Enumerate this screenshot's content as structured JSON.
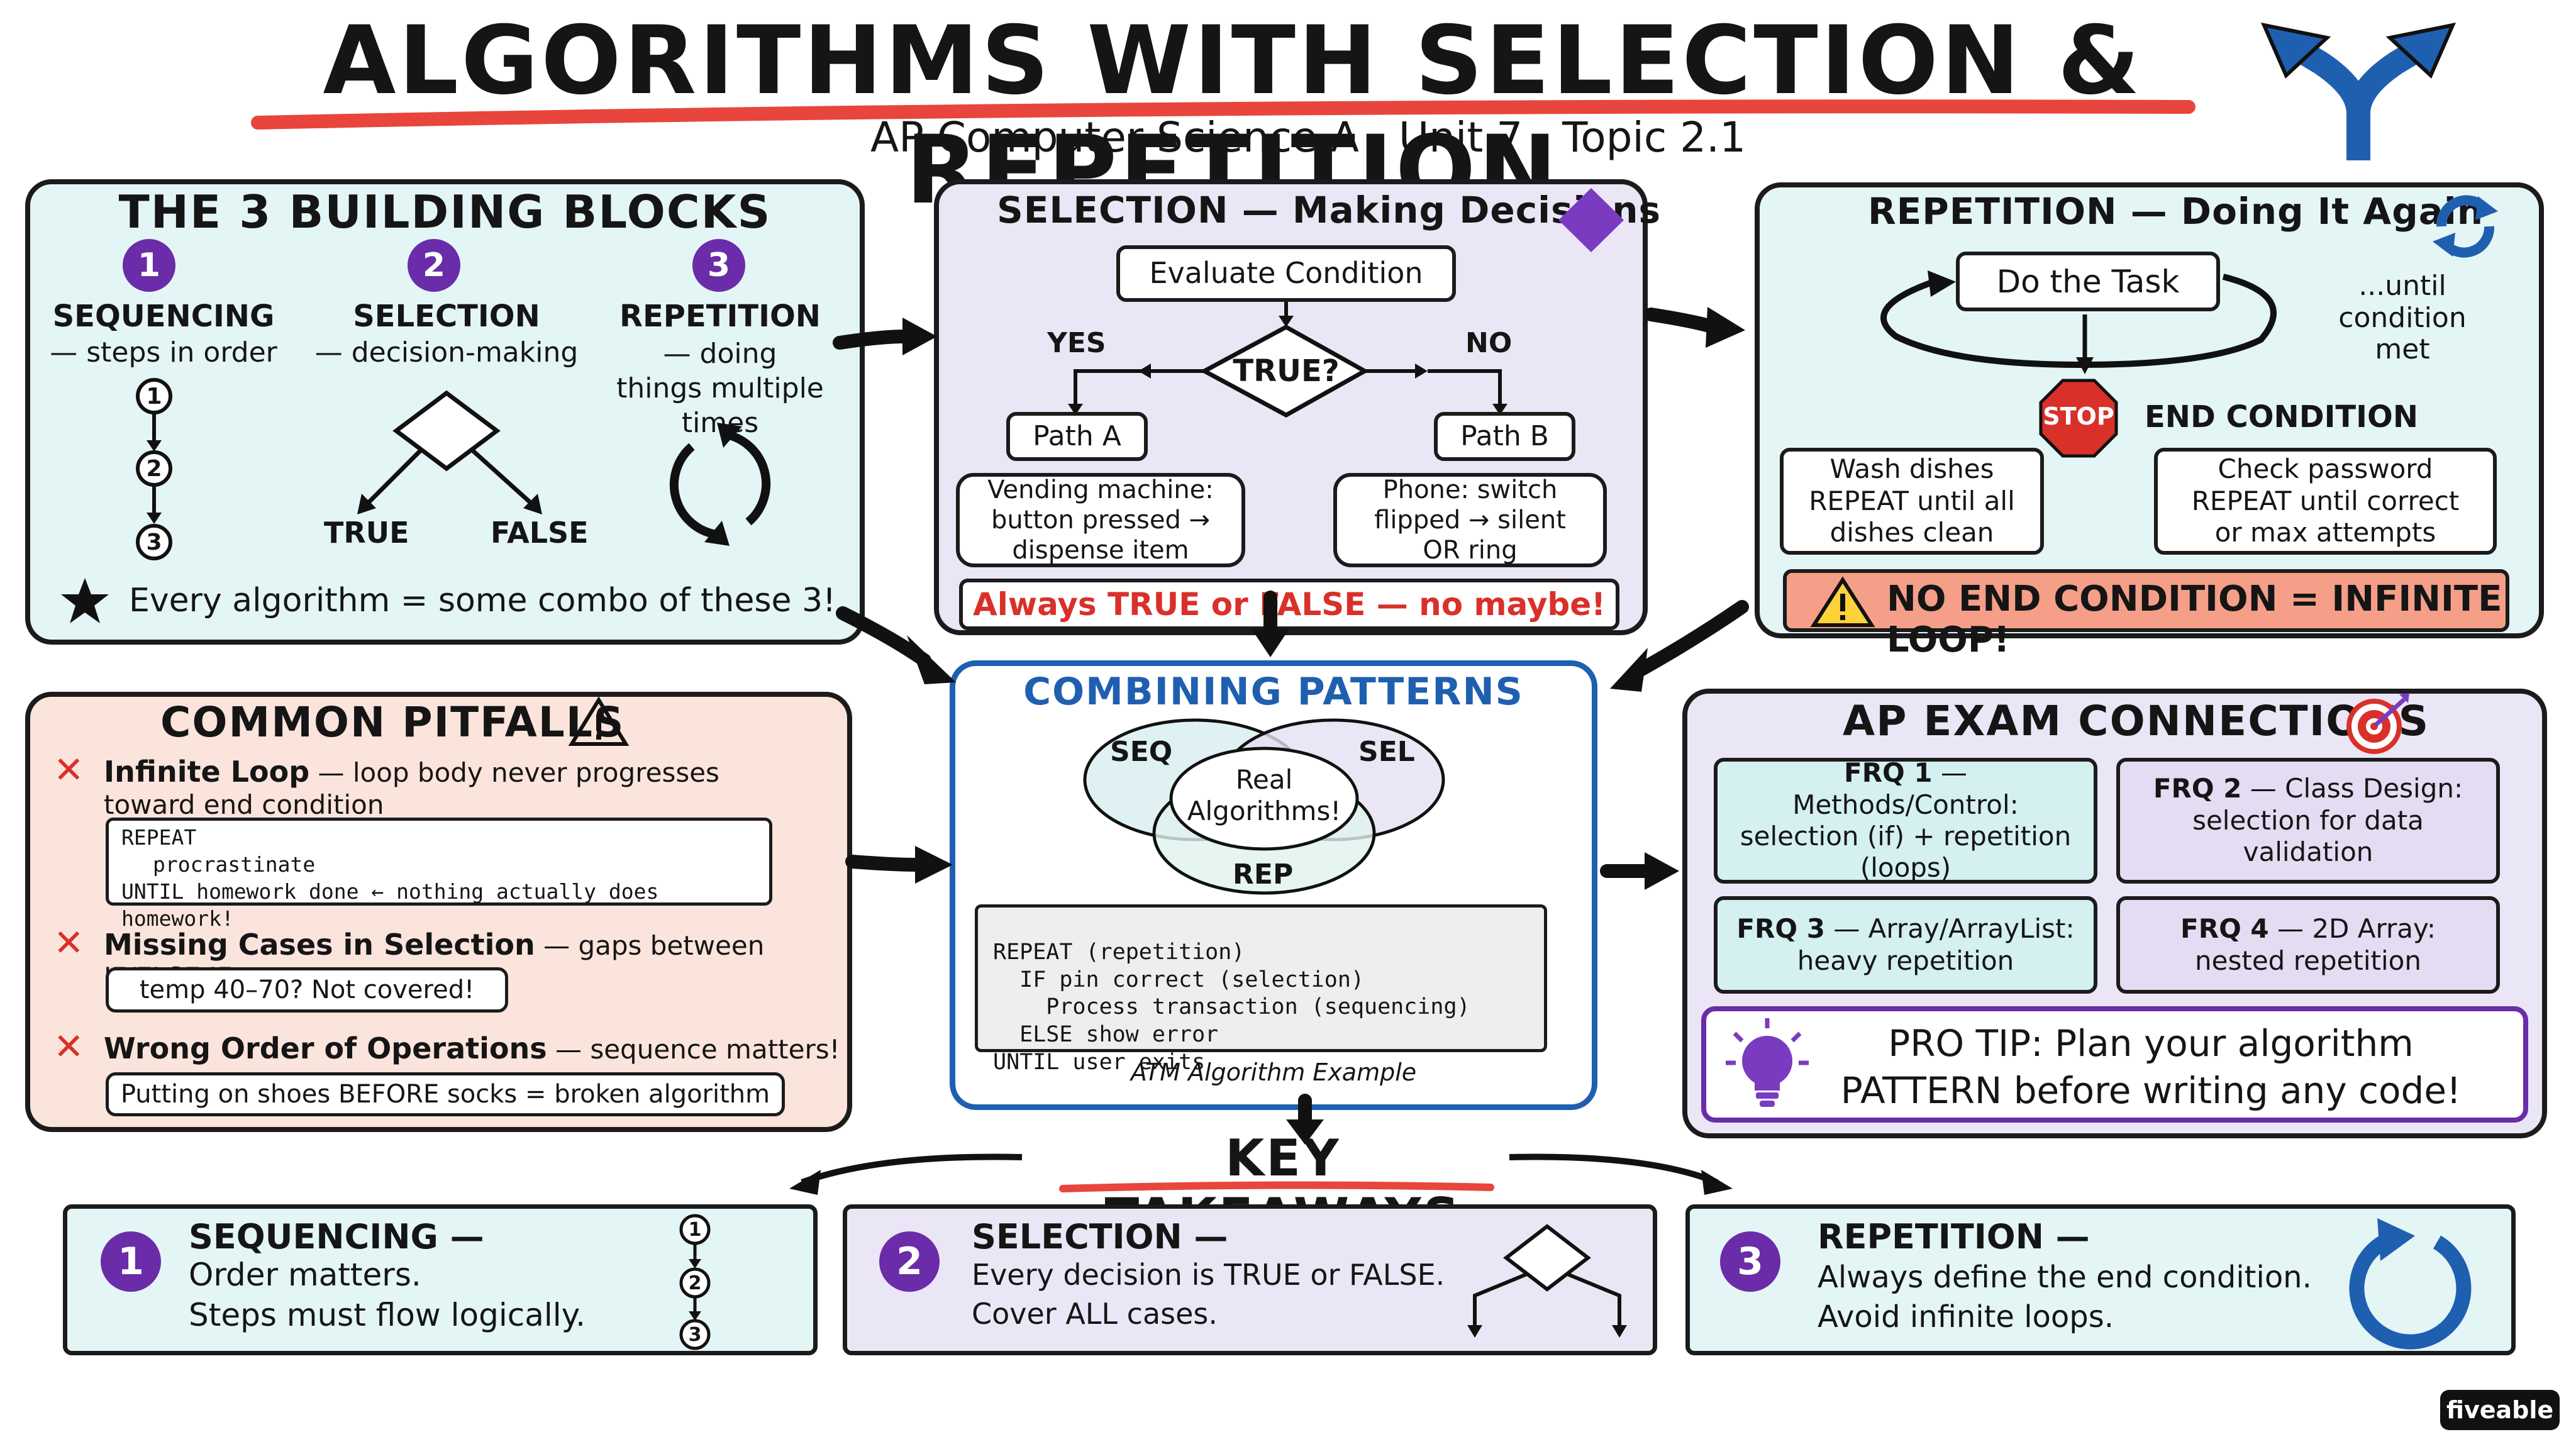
{
  "title": "ALGORITHMS WITH SELECTION & REPETITION",
  "subtitle": "AP Computer Science A · Unit 7 · Topic 2.1",
  "building_blocks": {
    "title": "THE 3 BUILDING BLOCKS",
    "blocks": [
      {
        "num": "1",
        "name": "SEQUENCING",
        "desc": "— steps in order"
      },
      {
        "num": "2",
        "name": "SELECTION",
        "desc": "— decision-making"
      },
      {
        "num": "3",
        "name": "REPETITION",
        "desc": "— doing things multiple times"
      }
    ],
    "seq_steps": [
      "1",
      "2",
      "3"
    ],
    "true_label": "TRUE",
    "false_label": "FALSE",
    "footer": "Every algorithm = some combo of these 3!"
  },
  "selection": {
    "title": "SELECTION — Making Decisions",
    "evaluate": "Evaluate Condition",
    "condition": "TRUE?",
    "yes": "YES",
    "no": "NO",
    "path_a": "Path A",
    "path_b": "Path B",
    "example_a": "Vending machine: button pressed → dispense item",
    "example_b": "Phone: switch flipped → silent OR ring",
    "note": "Always TRUE or FALSE — no maybe!"
  },
  "repetition": {
    "title": "REPETITION — Doing It Again",
    "task": "Do the Task",
    "until": "...until condition met",
    "stop": "STOP",
    "end_condition": "END CONDITION",
    "example_a": "Wash dishes REPEAT until all dishes clean",
    "example_b": "Check password REPEAT until correct or max attempts",
    "warning": "NO END CONDITION = INFINITE LOOP!"
  },
  "pitfalls": {
    "title": "COMMON PITFALLS",
    "items": [
      {
        "head": "Infinite Loop",
        "desc": "— loop body never progresses toward end condition"
      },
      {
        "head": "Missing Cases in Selection",
        "desc": "— gaps between IF/ELSE IF"
      },
      {
        "head": "Wrong Order of Operations",
        "desc": "— sequence matters!"
      }
    ],
    "code_lines": [
      "REPEAT",
      "procrastinate",
      "UNTIL homework done ← nothing actually does homework!"
    ],
    "example_2": "temp 40–70? Not covered!",
    "example_3": "Putting on shoes BEFORE socks = broken algorithm"
  },
  "combining": {
    "title": "COMBINING PATTERNS",
    "seq": "SEQ",
    "sel": "SEL",
    "rep": "REP",
    "center": "Real Algorithms!",
    "code": [
      "REPEAT (repetition)",
      "  IF pin correct (selection)",
      "    Process transaction (sequencing)",
      "  ELSE show error",
      "UNTIL user exits"
    ],
    "caption": "ATM Algorithm Example"
  },
  "ap_exam": {
    "title": "AP EXAM CONNECTIONS",
    "frq": [
      {
        "head": "FRQ 1",
        "body": "— Methods/Control: selection (if) + repetition (loops)"
      },
      {
        "head": "FRQ 2",
        "body": "— Class Design: selection for data validation"
      },
      {
        "head": "FRQ 3",
        "body": "— Array/ArrayList: heavy repetition"
      },
      {
        "head": "FRQ 4",
        "body": "— 2D Array: nested repetition"
      }
    ],
    "tip_line1": "PRO TIP: Plan your algorithm",
    "tip_line2": "PATTERN before writing any code!"
  },
  "takeaways": {
    "title": "KEY TAKEAWAYS",
    "items": [
      {
        "num": "1",
        "head": "SEQUENCING —",
        "line1": "Order matters.",
        "line2": "Steps must flow logically."
      },
      {
        "num": "2",
        "head": "SELECTION —",
        "line1": "Every decision is TRUE or FALSE.",
        "line2": "Cover ALL cases."
      },
      {
        "num": "3",
        "head": "REPETITION —",
        "line1": "Always define the end condition.",
        "line2": "Avoid infinite loops."
      }
    ],
    "steps": [
      "1",
      "2",
      "3"
    ]
  },
  "brand": "fiveable",
  "colors": {
    "cyan_panel": "#e4f5f6",
    "purple_panel": "#ebe6f5",
    "salmon_panel": "#fbe4dc",
    "accent_purple": "#6a2ca8",
    "accent_red": "#d9302a",
    "accent_blue": "#1f5fb0",
    "underline_red": "#e8453c",
    "warning_bg": "#f59f88"
  },
  "icons": [
    "split-arrows-icon",
    "diamond-icon",
    "cycle-icon",
    "star-icon",
    "warning-triangle-icon",
    "x-mark-icon",
    "target-icon",
    "lightbulb-icon",
    "stop-sign-icon",
    "loop-arrow-icon"
  ]
}
